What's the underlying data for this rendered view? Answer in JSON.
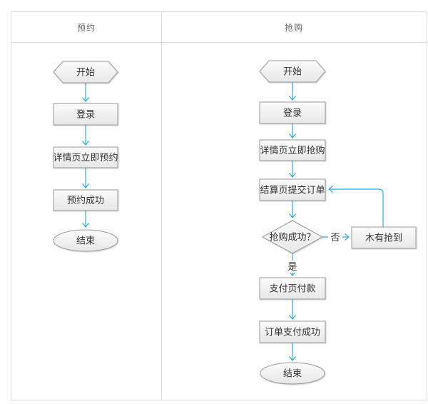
{
  "colors": {
    "arrow": "#32AADC",
    "shape_border": "#9A9A9A",
    "shape_fill_top": "#FBFBFB",
    "shape_fill_bottom": "#E7E7E7",
    "frame_border": "#D8D8D8",
    "header_text": "#666666",
    "node_text": "#333333"
  },
  "lanes": [
    {
      "header": "预约",
      "nodes": [
        {
          "type": "hexagon",
          "label": "开始"
        },
        {
          "type": "rect",
          "label": "登录"
        },
        {
          "type": "rect",
          "label": "详情页立即预约"
        },
        {
          "type": "rect",
          "label": "预约成功"
        },
        {
          "type": "ellipse",
          "label": "结束"
        }
      ]
    },
    {
      "header": "抢购",
      "nodes": [
        {
          "type": "hexagon",
          "label": "开始"
        },
        {
          "type": "rect",
          "label": "登录"
        },
        {
          "type": "rect",
          "label": "详情页立即抢购"
        },
        {
          "type": "rect",
          "label": "结算页提交订单"
        },
        {
          "type": "diamond",
          "label": "抢购成功？"
        },
        {
          "type": "rect",
          "label": "木有抢到"
        },
        {
          "type": "rect",
          "label": "支付页付款"
        },
        {
          "type": "rect",
          "label": "订单支付成功"
        },
        {
          "type": "ellipse",
          "label": "结束"
        }
      ],
      "edge_labels": {
        "no": "否",
        "yes": "是"
      }
    }
  ]
}
